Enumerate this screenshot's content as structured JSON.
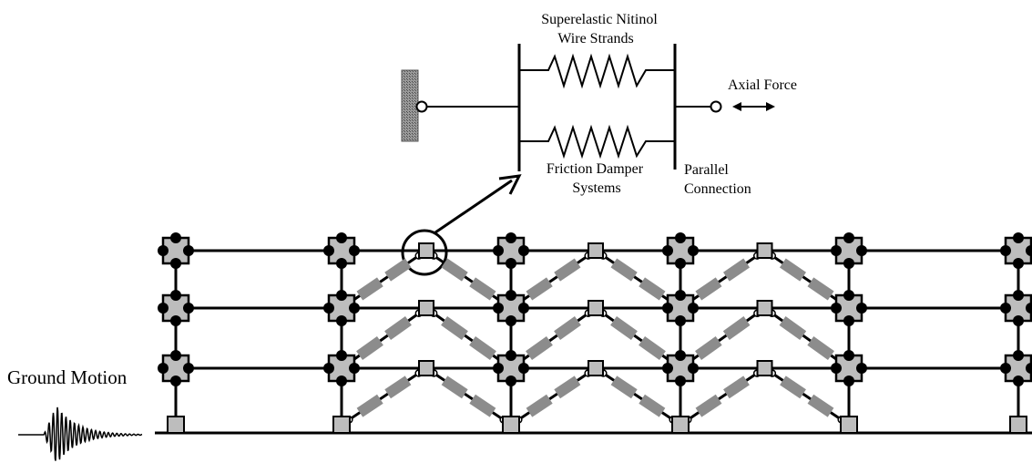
{
  "labels": {
    "nitinol_line1": "Superelastic Nitinol",
    "nitinol_line2": "Wire Strands",
    "axial_force": "Axial Force",
    "friction_line1": "Friction Damper",
    "friction_line2": "Systems",
    "parallel_line1": "Parallel",
    "parallel_line2": "Connection",
    "ground_motion": "Ground Motion"
  },
  "colors": {
    "line": "#000000",
    "joint_fill": "#bdbdbd",
    "brace_fill": "#8c8c8c",
    "wall_fill": "#7a7a7a",
    "background": "#ffffff"
  },
  "structure": {
    "stories": 3,
    "bays": 5,
    "braced_bays": 3,
    "brace_pattern": "chevron"
  }
}
